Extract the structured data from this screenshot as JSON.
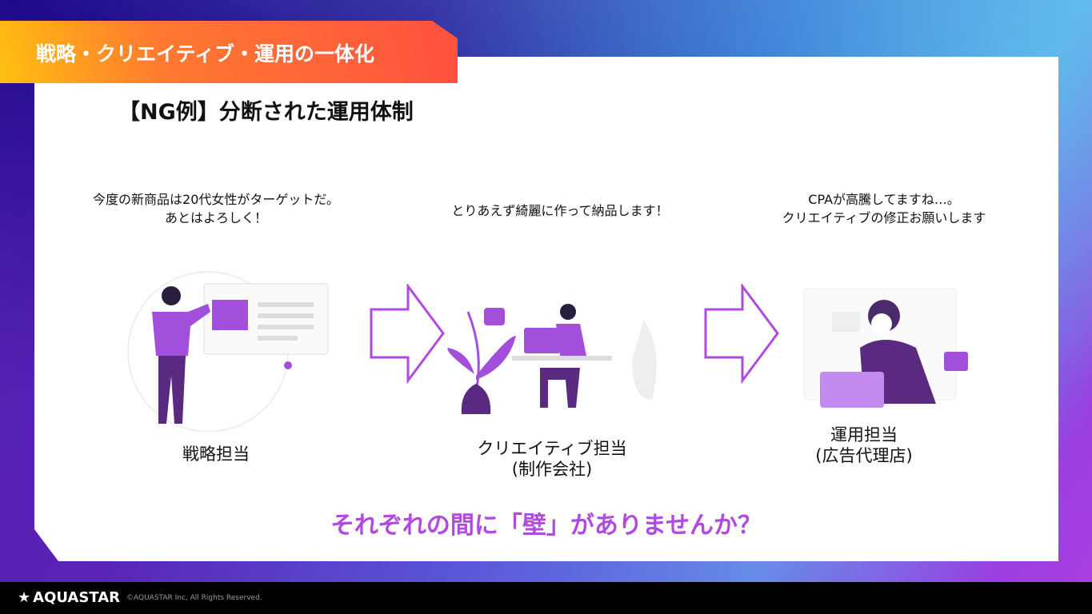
{
  "header": {
    "banner": "戦略・クリエイティブ・運用の一体化",
    "title": "【NG例】分断された運用体制"
  },
  "roles": [
    {
      "speech": [
        "今度の新商品は20代女性がターゲットだ。",
        "あとはよろしく！"
      ],
      "label": [
        "戦略担当"
      ]
    },
    {
      "speech": [
        "とりあえず綺麗に作って納品します！"
      ],
      "label": [
        "クリエイティブ担当",
        "(制作会社)"
      ]
    },
    {
      "speech": [
        "CPAが高騰してますね…。",
        "クリエイティブの修正お願いします"
      ],
      "label": [
        "運用担当",
        "(広告代理店)"
      ]
    }
  ],
  "question": "それぞれの間に「壁」がありませんか？",
  "footer": {
    "logo": "AQUASTAR",
    "copyright": "©AQUASTAR Inc, All Rights Reserved."
  },
  "colors": {
    "accent": "#b14ae0",
    "purple": "#9b4fd6"
  }
}
